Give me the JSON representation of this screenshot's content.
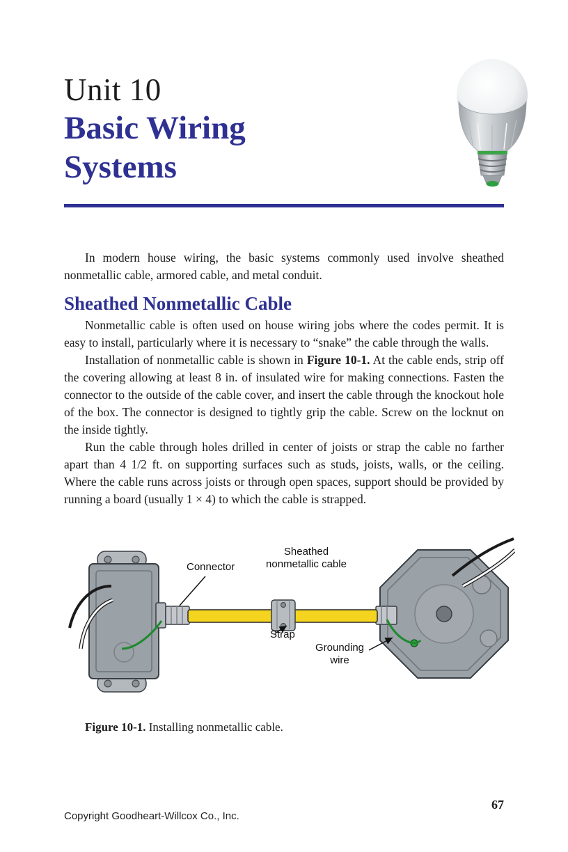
{
  "header": {
    "unit_label": "Unit 10",
    "title_line1": "Basic Wiring",
    "title_line2": "Systems"
  },
  "intro_paragraph": "In modern house wiring, the basic systems commonly used involve sheathed nonmetallic cable, armored cable, and metal conduit.",
  "section": {
    "heading": "Sheathed Nonmetallic Cable",
    "paragraphs": {
      "p1": "Nonmetallic cable is often used on house wiring jobs where the codes permit. It is easy to install, particularly where it is necessary to “snake” the cable through the walls.",
      "p2_pre": "Installation of nonmetallic cable is shown in ",
      "p2_bold": "Figure 10-1.",
      "p2_post": " At the cable ends, strip off the covering allowing at least 8 in. of insulated wire for making connections. Fasten the connector to the outside of the cable cover, and insert the cable through the knockout hole of the box. The connector is designed to tightly grip the cable. Screw on the locknut on the inside tightly.",
      "p3": "Run the cable through holes drilled in center of joists or strap the cable no farther apart than 4 1/2 ft. on supporting surfaces such as studs, joists, walls, or the ceiling. Where the cable runs across joists or through open spaces, support should be provided by running a board (usually 1 × 4) to which the cable is strapped."
    }
  },
  "figure": {
    "labels": {
      "connector": "Connector",
      "cable": "Sheathed nonmetallic cable",
      "strap": "Strap",
      "grounding_wire": "Grounding wire"
    },
    "caption_label": "Figure 10-1.",
    "caption_text": "Installing nonmetallic cable.",
    "colors": {
      "cable_yellow": "#f4d41f",
      "box_gray": "#9aa1a7",
      "grounding_green": "#1e8a2e"
    }
  },
  "footer": {
    "copyright": "Copyright Goodheart-Willcox Co., Inc.",
    "page_number": "67"
  },
  "theme": {
    "accent_color": "#2e3192"
  }
}
